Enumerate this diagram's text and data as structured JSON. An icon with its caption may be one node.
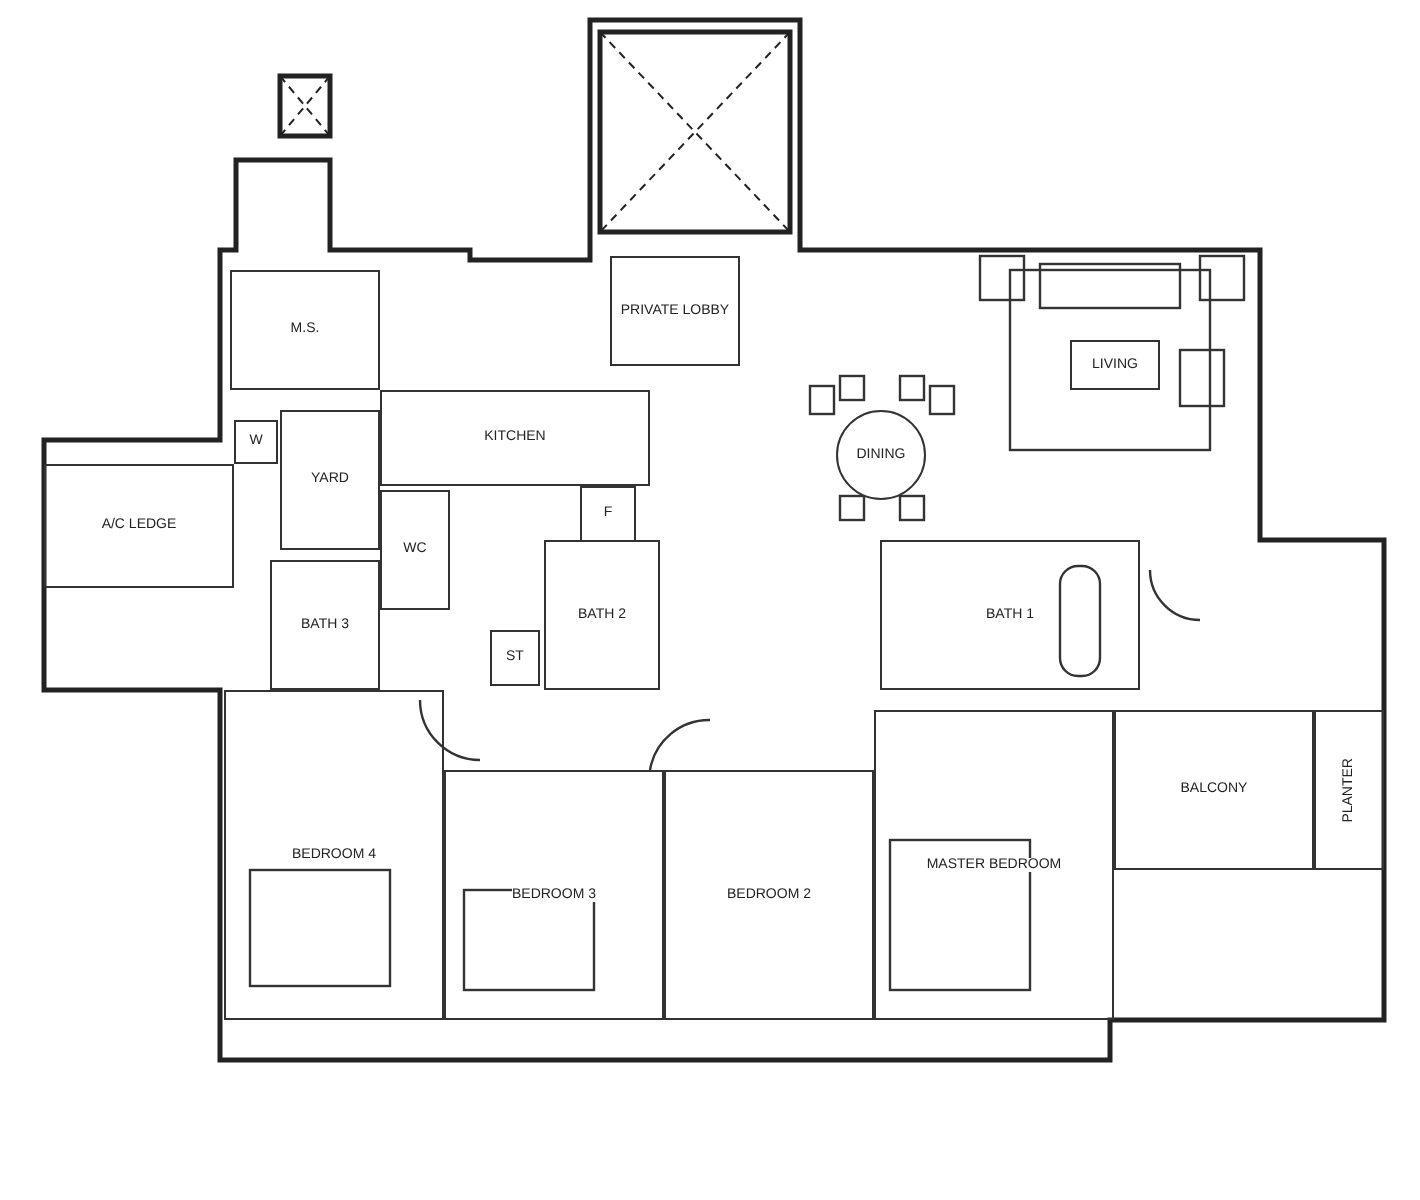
{
  "diagram": {
    "nodes": [
      {
        "text": [
          "M.S."
        ]
      },
      {
        "text": [
          "PRIVATE LOBBY"
        ]
      },
      {
        "text": [
          "LIVING"
        ]
      },
      {
        "text": [
          "W"
        ]
      },
      {
        "text": [
          "YARD"
        ]
      },
      {
        "text": [
          "KITCHEN"
        ]
      },
      {
        "text": [
          "DINING"
        ]
      },
      {
        "text": [
          "A/C LEDGE"
        ]
      },
      {
        "text": [
          "WC"
        ]
      },
      {
        "text": [
          "F"
        ]
      },
      {
        "text": [
          "BATH 2"
        ]
      },
      {
        "text": [
          "BATH 3"
        ]
      },
      {
        "text": [
          "ST"
        ]
      },
      {
        "text": [
          "BATH 1"
        ]
      },
      {
        "text": [
          "BEDROOM 4"
        ]
      },
      {
        "text": [
          "BEDROOM 3"
        ]
      },
      {
        "text": [
          "BEDROOM 2"
        ]
      },
      {
        "text": [
          "MASTER BEDROOM"
        ]
      },
      {
        "text": [
          "BALCONY"
        ]
      },
      {
        "text": [
          "PLANTER"
        ]
      }
    ],
    "edges": []
  }
}
